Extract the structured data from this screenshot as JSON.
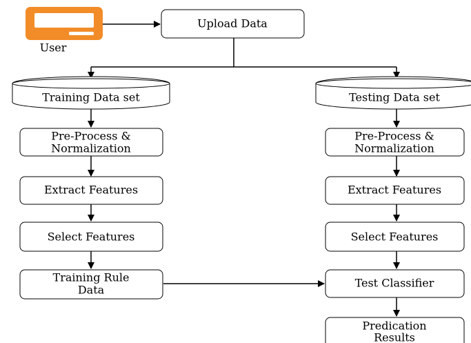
{
  "diagram": {
    "user": {
      "label": "User",
      "icon": "user-computer-icon",
      "icon_color": "#F28C28"
    },
    "upload": "Upload Data",
    "training": {
      "dataset": "Training Data set",
      "preprocess_line1": "Pre-Process &",
      "preprocess_line2": "Normalization",
      "extract": "Extract Features",
      "select": "Select Features",
      "rule_line1": "Training Rule",
      "rule_line2": "Data"
    },
    "testing": {
      "dataset": "Testing Data set",
      "preprocess_line1": "Pre-Process &",
      "preprocess_line2": "Normalization",
      "extract": "Extract Features",
      "select": "Select Features",
      "classifier": "Test Classifier",
      "results_line1": "Predication",
      "results_line2": "Results"
    }
  }
}
